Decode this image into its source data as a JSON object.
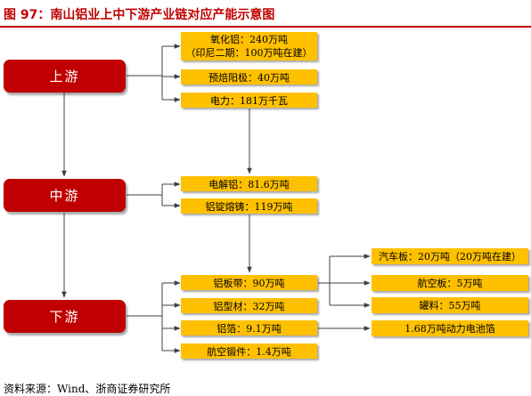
{
  "title": "图 97：南山铝业上中下游产业链对应产能示意图",
  "stages": {
    "upstream": "上游",
    "midstream": "中游",
    "downstream": "下游"
  },
  "nodes": {
    "alumina_line1": "氧化铝：240万吨",
    "alumina_line2": "（印尼二期：100万吨在建）",
    "anode": "预焙阳极：40万吨",
    "power": "电力：181万千瓦",
    "electrolytic": "电解铝：81.6万吨",
    "casting": "铝锭熔铸：119万吨",
    "strip": "铝板带：90万吨",
    "profile": "铝型材：32万吨",
    "foil": "铝箔：9.1万吨",
    "forging": "航空锻件：1.4万吨",
    "auto_sheet": "汽车板：20万吨（20万吨在建）",
    "aviation_sheet": "航空板：5万吨",
    "can_stock": "罐料：55万吨",
    "battery_foil": "1.68万吨动力电池箔"
  },
  "source": "资料来源：Wind、浙商证券研究所"
}
